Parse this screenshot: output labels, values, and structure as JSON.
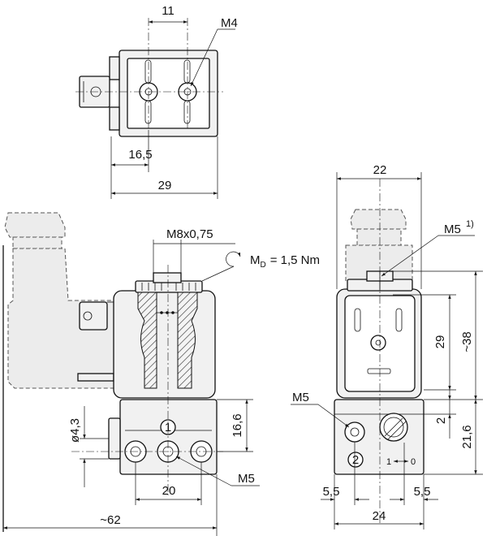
{
  "top_view": {
    "dim_pitch": "11",
    "thread_label": "M4",
    "dim_height": "16,5",
    "dim_width": "29"
  },
  "front_view": {
    "thread_label": "M8x0,75",
    "torque_symbol": "M",
    "torque_subscript": "D",
    "torque_value": "= 1,5 Nm",
    "port_1": "1",
    "dim_bore": "ø4,3",
    "dim_body_height": "16,6",
    "dim_port_pitch": "20",
    "port_thread": "M5",
    "dim_total_length": "~62"
  },
  "side_view": {
    "dim_width_top": "22",
    "thread_label": "M5",
    "footnote": "1)",
    "dim_coil_height": "29",
    "dim_total_height": "~38",
    "port_thread": "M5",
    "dim_offset": "2",
    "dim_body_height": "21,6",
    "port_2": "2",
    "switch_label": "1",
    "switch_label_2": "0",
    "dim_left": "5,5",
    "dim_right": "5,5",
    "dim_width_bottom": "24"
  }
}
